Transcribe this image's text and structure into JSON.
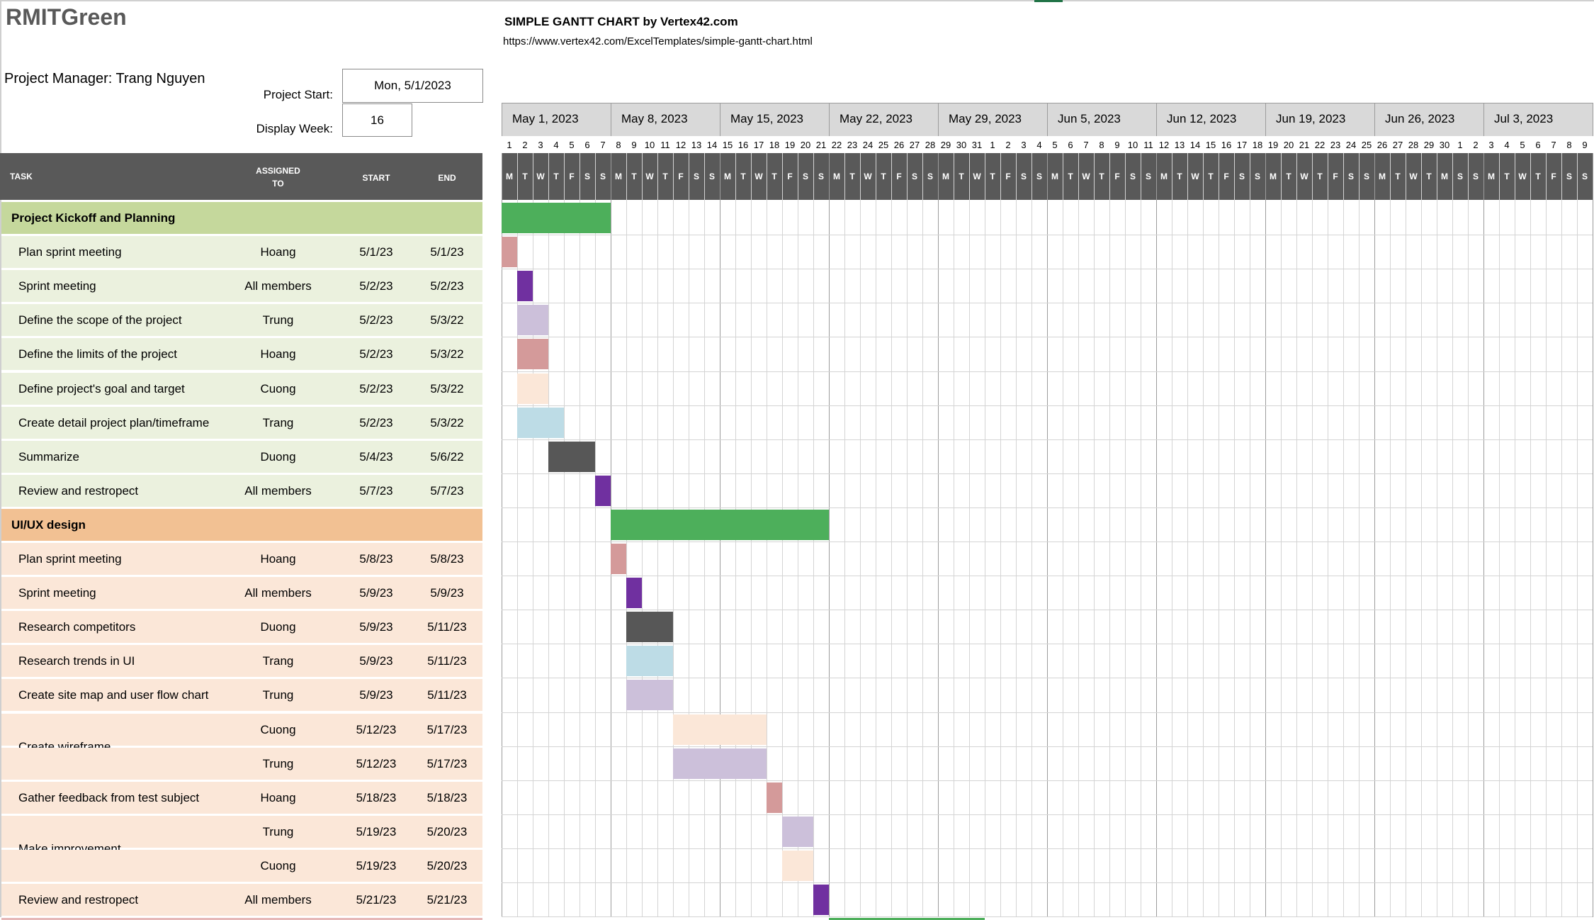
{
  "company": "RMITGreen",
  "project_manager": "Project Manager: Trang Nguyen",
  "project_start_label": "Project Start:",
  "project_start_value": "Mon, 5/1/2023",
  "display_week_label": "Display Week:",
  "display_week_value": "16",
  "template_title": "SIMPLE GANTT CHART by Vertex42.com",
  "template_url": "https://www.vertex42.com/ExcelTemplates/simple-gantt-chart.html",
  "columns": {
    "task": "TASK",
    "assigned_1": "ASSIGNED",
    "assigned_2": "TO",
    "start": "START",
    "end": "END"
  },
  "weeks": [
    "May 1, 2023",
    "May 8, 2023",
    "May 15, 2023",
    "May 22, 2023",
    "May 29, 2023",
    "Jun 5, 2023",
    "Jun 12, 2023",
    "Jun 19, 2023",
    "Jun 26, 2023",
    "Jul 3, 2023"
  ],
  "day_numbers": [
    "1",
    "2",
    "3",
    "4",
    "5",
    "6",
    "7",
    "8",
    "9",
    "10",
    "11",
    "12",
    "13",
    "14",
    "15",
    "16",
    "17",
    "18",
    "19",
    "20",
    "21",
    "22",
    "23",
    "24",
    "25",
    "26",
    "27",
    "28",
    "29",
    "30",
    "31",
    "1",
    "2",
    "3",
    "4",
    "5",
    "6",
    "7",
    "8",
    "9",
    "10",
    "11",
    "12",
    "13",
    "14",
    "15",
    "16",
    "17",
    "18",
    "19",
    "20",
    "21",
    "22",
    "23",
    "24",
    "25",
    "26",
    "27",
    "28",
    "29",
    "30",
    "1",
    "2",
    "3",
    "4",
    "5",
    "6",
    "7",
    "8",
    "9"
  ],
  "day_letters": [
    "M",
    "T",
    "W",
    "T",
    "F",
    "S",
    "S",
    "M",
    "T",
    "W",
    "T",
    "F",
    "S",
    "S",
    "M",
    "T",
    "W",
    "T",
    "F",
    "S",
    "S",
    "M",
    "T",
    "W",
    "T",
    "F",
    "S",
    "S",
    "M",
    "T",
    "W",
    "T",
    "F",
    "S",
    "S",
    "M",
    "T",
    "W",
    "T",
    "F",
    "S",
    "S",
    "M",
    "T",
    "W",
    "T",
    "F",
    "S",
    "S",
    "M",
    "T",
    "W",
    "T",
    "F",
    "S",
    "S",
    "M",
    "T",
    "W",
    "T",
    "M",
    "S",
    "S",
    "M",
    "T",
    "W",
    "T",
    "F",
    "S",
    "S"
  ],
  "colors": {
    "phase1_bg": "#c5d89c",
    "phase1_row": "#ebf1de",
    "phase2_bg": "#f2c193",
    "phase2_row": "#fbe7d8",
    "phase_bar": "#4daf5b",
    "pink": "#d49a9a",
    "purple": "#7030a0",
    "lavender": "#ccc0da",
    "peach": "#fbe7d8",
    "lightblue": "#bddce6",
    "darkgray": "#575757"
  },
  "rows": [
    {
      "kind": "phase",
      "group": 1,
      "task": "Project Kickoff and Planning",
      "assigned": "",
      "start": "",
      "end": "",
      "bar_start_day": 0,
      "bar_days": 7,
      "bar_color": "phase_bar"
    },
    {
      "kind": "task",
      "group": 1,
      "task": "Plan sprint meeting",
      "assigned": "Hoang",
      "start": "5/1/23",
      "end": "5/1/23",
      "bar_start_day": 0,
      "bar_days": 1,
      "bar_color": "pink"
    },
    {
      "kind": "task",
      "group": 1,
      "task": "Sprint meeting",
      "assigned": "All members",
      "start": "5/2/23",
      "end": "5/2/23",
      "bar_start_day": 1,
      "bar_days": 1,
      "bar_color": "purple"
    },
    {
      "kind": "task",
      "group": 1,
      "task": "Define the scope of the project",
      "assigned": "Trung",
      "start": "5/2/23",
      "end": "5/3/22",
      "bar_start_day": 1,
      "bar_days": 2,
      "bar_color": "lavender"
    },
    {
      "kind": "task",
      "group": 1,
      "task": "Define the limits of the project",
      "assigned": "Hoang",
      "start": "5/2/23",
      "end": "5/3/22",
      "bar_start_day": 1,
      "bar_days": 2,
      "bar_color": "pink"
    },
    {
      "kind": "task",
      "group": 1,
      "task": "Define project's goal and target",
      "assigned": "Cuong",
      "start": "5/2/23",
      "end": "5/3/22",
      "bar_start_day": 1,
      "bar_days": 2,
      "bar_color": "peach"
    },
    {
      "kind": "task",
      "group": 1,
      "task": "Create detail project plan/timeframe",
      "assigned": "Trang",
      "start": "5/2/23",
      "end": "5/3/22",
      "bar_start_day": 1,
      "bar_days": 3,
      "bar_color": "lightblue"
    },
    {
      "kind": "task",
      "group": 1,
      "task": "Summarize",
      "assigned": "Duong",
      "start": "5/4/23",
      "end": "5/6/22",
      "bar_start_day": 3,
      "bar_days": 3,
      "bar_color": "darkgray"
    },
    {
      "kind": "task",
      "group": 1,
      "task": "Review and restropect",
      "assigned": "All members",
      "start": "5/7/23",
      "end": "5/7/23",
      "bar_start_day": 6,
      "bar_days": 1,
      "bar_color": "purple"
    },
    {
      "kind": "phase",
      "group": 2,
      "task": "UI/UX design",
      "assigned": "",
      "start": "",
      "end": "",
      "bar_start_day": 7,
      "bar_days": 14,
      "bar_color": "phase_bar"
    },
    {
      "kind": "task",
      "group": 2,
      "task": "Plan sprint meeting",
      "assigned": "Hoang",
      "start": "5/8/23",
      "end": "5/8/23",
      "bar_start_day": 7,
      "bar_days": 1,
      "bar_color": "pink"
    },
    {
      "kind": "task",
      "group": 2,
      "task": "Sprint meeting",
      "assigned": "All members",
      "start": "5/9/23",
      "end": "5/9/23",
      "bar_start_day": 8,
      "bar_days": 1,
      "bar_color": "purple"
    },
    {
      "kind": "task",
      "group": 2,
      "task": "Research competitors",
      "assigned": "Duong",
      "start": "5/9/23",
      "end": "5/11/23",
      "bar_start_day": 8,
      "bar_days": 3,
      "bar_color": "darkgray"
    },
    {
      "kind": "task",
      "group": 2,
      "task": "Research trends in UI",
      "assigned": "Trang",
      "start": "5/9/23",
      "end": "5/11/23",
      "bar_start_day": 8,
      "bar_days": 3,
      "bar_color": "lightblue"
    },
    {
      "kind": "task",
      "group": 2,
      "task": "Create site map and user flow chart",
      "assigned": "Trung",
      "start": "5/9/23",
      "end": "5/11/23",
      "bar_start_day": 8,
      "bar_days": 3,
      "bar_color": "lavender"
    },
    {
      "kind": "task",
      "group": 2,
      "task": "Create wireframe",
      "assigned": "Cuong",
      "start": "5/12/23",
      "end": "5/17/23",
      "bar_start_day": 11,
      "bar_days": 6,
      "bar_color": "peach",
      "merged_top": true
    },
    {
      "kind": "task",
      "group": 2,
      "task": "",
      "assigned": "Trung",
      "start": "5/12/23",
      "end": "5/17/23",
      "bar_start_day": 11,
      "bar_days": 6,
      "bar_color": "lavender",
      "merged_bottom": true
    },
    {
      "kind": "task",
      "group": 2,
      "task": "Gather feedback from test subject",
      "assigned": "Hoang",
      "start": "5/18/23",
      "end": "5/18/23",
      "bar_start_day": 17,
      "bar_days": 1,
      "bar_color": "pink"
    },
    {
      "kind": "task",
      "group": 2,
      "task": "Make improvement",
      "assigned": "Trung",
      "start": "5/19/23",
      "end": "5/20/23",
      "bar_start_day": 18,
      "bar_days": 2,
      "bar_color": "lavender",
      "merged_top": true
    },
    {
      "kind": "task",
      "group": 2,
      "task": "",
      "assigned": "Cuong",
      "start": "5/19/23",
      "end": "5/20/23",
      "bar_start_day": 18,
      "bar_days": 2,
      "bar_color": "peach",
      "merged_bottom": true
    },
    {
      "kind": "task",
      "group": 2,
      "task": "Review and restropect",
      "assigned": "All members",
      "start": "5/21/23",
      "end": "5/21/23",
      "bar_start_day": 20,
      "bar_days": 1,
      "bar_color": "purple"
    }
  ]
}
